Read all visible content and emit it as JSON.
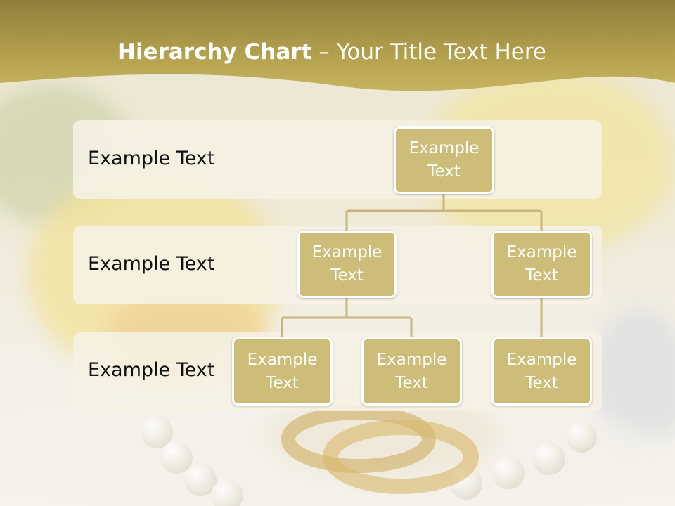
{
  "slide": {
    "title_bold": "Hierarchy Chart",
    "title_dash": " – ",
    "title_rest": "Your Title Text Here"
  },
  "bands": [
    {
      "label": "Example Text"
    },
    {
      "label": "Example Text"
    },
    {
      "label": "Example Text"
    }
  ],
  "nodes": {
    "root": "Example\nText",
    "l2_left": "Example\nText",
    "l2_right": "Example\nText",
    "l3_a": "Example\nText",
    "l3_b": "Example\nText",
    "l3_c": "Example\nText"
  },
  "colors": {
    "node_fill": "#cdbd78",
    "header_gold": "#b5a14a",
    "connector": "#c8b67e"
  }
}
